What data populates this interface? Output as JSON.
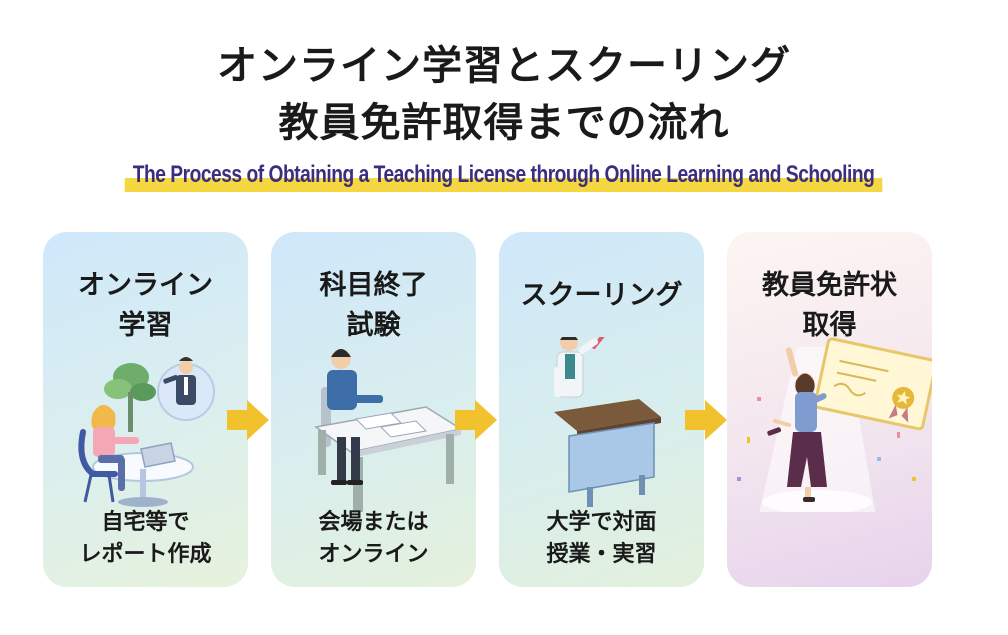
{
  "title": {
    "line1": "オンライン学習とスクーリング",
    "line2": "教員免許取得までの流れ",
    "subtitle": "The Process of Obtaining a Teaching License through Online Learning and Schooling"
  },
  "steps": [
    {
      "title_line1": "オンライン",
      "title_line2": "学習",
      "desc_line1": "自宅等で",
      "desc_line2": "レポート作成"
    },
    {
      "title_line1": "科目終了",
      "title_line2": "試験",
      "desc_line1": "会場または",
      "desc_line2": "オンライン"
    },
    {
      "title_line1": "スクーリング",
      "title_line2": "",
      "desc_line1": "大学で対面",
      "desc_line2": "授業・実習"
    },
    {
      "title_line1": "教員免許状",
      "title_line2": "取得",
      "desc_line1": "",
      "desc_line2": ""
    }
  ],
  "icons": [
    "online-study-illustration",
    "exam-illustration",
    "schooling-illustration",
    "license-celebration-illustration",
    "arrow-right-icon"
  ],
  "colors": {
    "highlight": "#f5d742",
    "subtitle_text": "#3b2e80",
    "arrow": "#f2c12e",
    "card1_gradient": [
      "#cfe8fb",
      "#e4f1df"
    ],
    "card4_gradient": [
      "#fdf3f4",
      "#e6d4ec"
    ]
  }
}
